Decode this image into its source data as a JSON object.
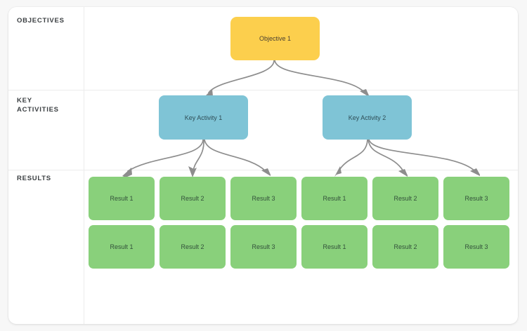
{
  "card": {
    "background_color": "#ffffff",
    "page_background_color": "#f7f7f7",
    "rule_color": "#ececec"
  },
  "colors": {
    "objective": "#fccf4d",
    "key_activity": "#7fc4d6",
    "result": "#89d07b",
    "arrow": "#8d8d8d",
    "label_text": "#3c4043"
  },
  "rows": [
    {
      "id": "objectives",
      "label": "OBJECTIVES"
    },
    {
      "id": "key-activities",
      "label": "KEY\nACTIVITIES"
    },
    {
      "id": "results",
      "label": "RESULTS"
    }
  ],
  "objectives": [
    {
      "id": "objective-1",
      "label": "Objective 1"
    }
  ],
  "key_activities": [
    {
      "id": "key-activity-1",
      "label": "Key Activity 1"
    },
    {
      "id": "key-activity-2",
      "label": "Key Activity 2"
    }
  ],
  "results": {
    "branch_1_row_1": [
      {
        "id": "r-b1-1-1",
        "label": "Result 1"
      },
      {
        "id": "r-b1-1-2",
        "label": "Result 2"
      },
      {
        "id": "r-b1-1-3",
        "label": "Result 3"
      }
    ],
    "branch_2_row_1": [
      {
        "id": "r-b2-1-1",
        "label": "Result 1"
      },
      {
        "id": "r-b2-1-2",
        "label": "Result 2"
      },
      {
        "id": "r-b2-1-3",
        "label": "Result 3"
      }
    ],
    "branch_1_row_2": [
      {
        "id": "r-b1-2-1",
        "label": "Result 1"
      },
      {
        "id": "r-b1-2-2",
        "label": "Result 2"
      },
      {
        "id": "r-b1-2-3",
        "label": "Result 3"
      }
    ],
    "branch_2_row_2": [
      {
        "id": "r-b2-2-1",
        "label": "Result 1"
      },
      {
        "id": "r-b2-2-2",
        "label": "Result 2"
      },
      {
        "id": "r-b2-2-3",
        "label": "Result 3"
      }
    ]
  }
}
